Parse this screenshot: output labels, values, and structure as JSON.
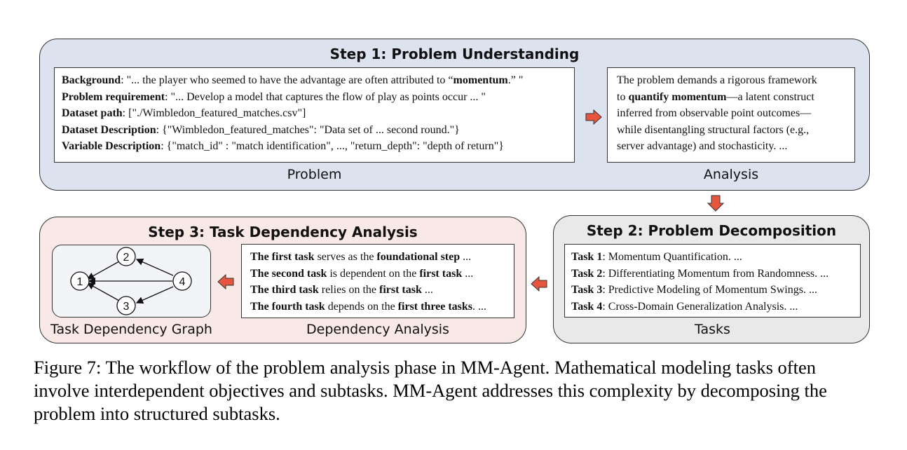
{
  "step1": {
    "title": "Step 1: Problem Understanding",
    "problem": {
      "caption": "Problem",
      "lines": [
        {
          "label": "Background",
          "pre": ": \"... the player who seemed to have the advantage are often attributed to “",
          "emph": "momentum",
          "post": ".” \""
        },
        {
          "label": "Problem requirement",
          "text": ": \"... Develop a model that captures the flow of play as points occur ... \""
        },
        {
          "label": "Dataset path",
          "text": ": [\"./Wimbledon_featured_matches.csv\"]"
        },
        {
          "label": "Dataset Description",
          "text": ": {\"Wimbledon_featured_matches\": \"Data set of ... second round.\"}"
        },
        {
          "label": "Variable Description",
          "text": ": {\"match_id\" : \"match identification\", ..., \"return_depth\": \"depth of return\"}"
        }
      ]
    },
    "analysis": {
      "caption": "Analysis",
      "line1": "The problem demands a rigorous framework",
      "line2_pre": "to ",
      "line2_emph": "quantify momentum",
      "line2_post": "—a latent construct",
      "line3": "inferred from observable point outcomes—",
      "line4": "while disentangling structural factors (e.g.,",
      "line5": "server advantage) and stochasticity. ..."
    }
  },
  "step2": {
    "title": "Step 2: Problem Decomposition",
    "caption": "Tasks",
    "tasks": [
      {
        "label": "Task 1",
        "text": ": Momentum Quantification. ..."
      },
      {
        "label": "Task 2",
        "text": ": Differentiating Momentum from Randomness. ..."
      },
      {
        "label": "Task 3",
        "text": ": Predictive Modeling of Momentum Swings. ..."
      },
      {
        "label": "Task 4",
        "text": ": Cross-Domain Generalization Analysis. ..."
      }
    ]
  },
  "step3": {
    "title": "Step 3: Task Dependency Analysis",
    "graph_caption": "Task Dependency Graph",
    "dep_caption": "Dependency Analysis",
    "nodes": [
      "1",
      "2",
      "3",
      "4"
    ],
    "dependencies": [
      {
        "b1": "The first task",
        "t1": " serves as the ",
        "b2": "foundational step",
        "t2": " ..."
      },
      {
        "b1": "The second task",
        "t1": " is dependent on the ",
        "b2": "first task",
        "t2": " ..."
      },
      {
        "b1": "The third task",
        "t1": " relies on the ",
        "b2": "first task",
        "t2": " ..."
      },
      {
        "b1": "The fourth task",
        "t1": " depends on the ",
        "b2": "first three tasks",
        "t2": ". ..."
      }
    ]
  },
  "figure_caption": "Figure 7: The workflow of the problem analysis phase in MM-Agent. Mathematical modeling tasks often involve interdependent objectives and subtasks. MM-Agent addresses this complexity by decomposing the problem into structured subtasks.",
  "colors": {
    "step1_bg": "#dde2ef",
    "step2_bg": "#e9e9e9",
    "step3_bg": "#f8e8e6",
    "arrow": "#e8553f",
    "graph_bg": "#f3f4f8"
  }
}
